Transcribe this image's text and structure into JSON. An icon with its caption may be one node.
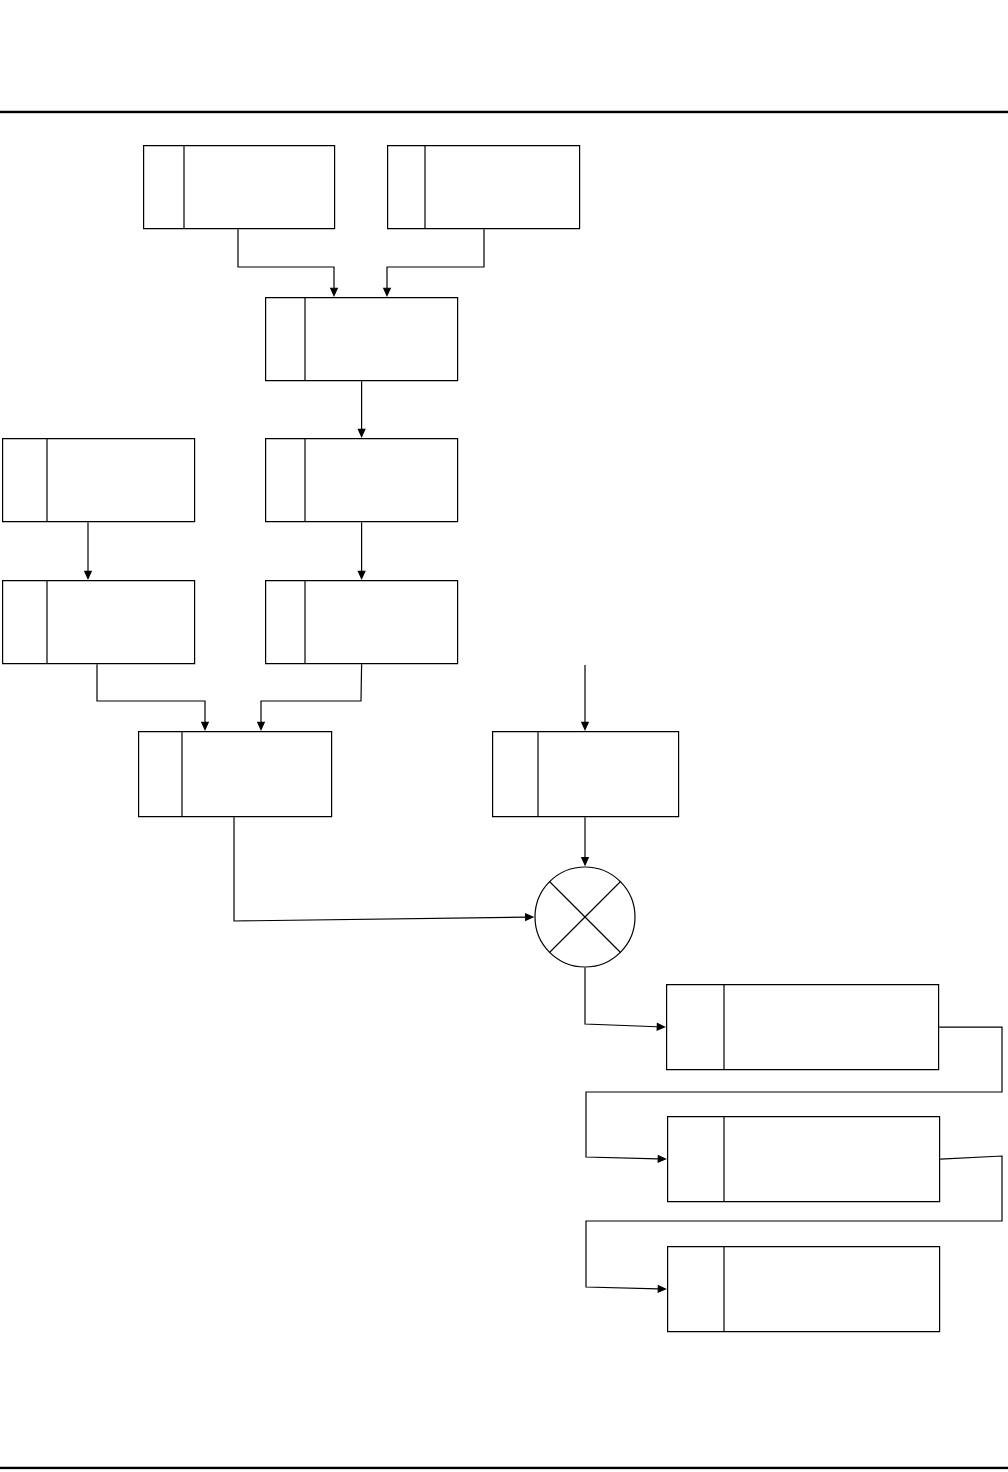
{
  "diagram": {
    "nodes": [
      {
        "text": [],
        "shape": "box"
      },
      {
        "text": [],
        "shape": "box"
      },
      {
        "text": [],
        "shape": "box"
      },
      {
        "text": [],
        "shape": "box"
      },
      {
        "text": [],
        "shape": "box"
      },
      {
        "text": [],
        "shape": "box"
      },
      {
        "text": [],
        "shape": "box"
      },
      {
        "text": [],
        "shape": "box"
      },
      {
        "text": [],
        "shape": "box"
      },
      {
        "text": [],
        "shape": "circle"
      },
      {
        "text": [],
        "shape": "box"
      },
      {
        "text": [],
        "shape": "box"
      },
      {
        "text": [],
        "shape": "box"
      }
    ],
    "edges": [
      {
        "from": 0,
        "to": 2,
        "arrow": "to"
      },
      {
        "from": 1,
        "to": 2,
        "arrow": "to"
      },
      {
        "from": 2,
        "to": 4,
        "arrow": "to"
      },
      {
        "from": 3,
        "to": 5,
        "arrow": "to"
      },
      {
        "from": 4,
        "to": 6,
        "arrow": "to"
      },
      {
        "from": 5,
        "to": 7,
        "arrow": "to"
      },
      {
        "from": 6,
        "to": 7,
        "arrow": "to"
      },
      {
        "from": null,
        "to": 8,
        "arrow": "to"
      },
      {
        "from": 8,
        "to": 9,
        "arrow": "to"
      },
      {
        "from": 7,
        "to": 9,
        "arrow": "to"
      },
      {
        "from": 9,
        "to": 10,
        "arrow": "to"
      },
      {
        "from": 10,
        "to": 11,
        "arrow": "to"
      },
      {
        "from": 11,
        "to": 12,
        "arrow": "to"
      }
    ]
  }
}
